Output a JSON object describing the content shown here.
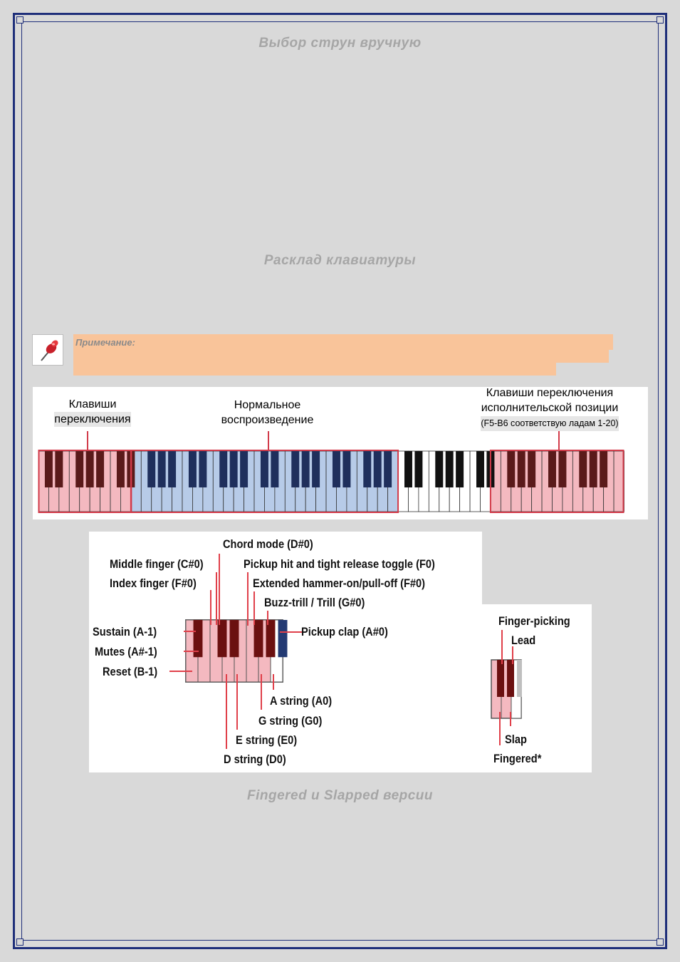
{
  "headings": {
    "manual_strings": "Выбор  струн  вручную",
    "keyboard_layout": "Расклад  клавиатуры",
    "versions": "Fingered и Slapped версии"
  },
  "note": {
    "label": "Примечание:",
    "icon": "pushpin-icon",
    "background": "#f9c49a"
  },
  "keyboard": {
    "switch_keys_label_line1": "Клавиши",
    "switch_keys_label_line2": "переключения",
    "normal_label_line1": "Нормальное",
    "normal_label_line2": "воспроизведение",
    "position_label_line1": "Клавиши переключения",
    "position_label_line2": "исполнительской позиции",
    "position_label_line3": "(F5-B6 соответствую ладам 1-20)",
    "colors": {
      "switch_zone": "#f4b9c0",
      "normal_zone": "#b7cbe8",
      "outline": "#d23b4a"
    }
  },
  "articulations": {
    "chord_mode": "Chord mode (D#0)",
    "middle_finger": "Middle finger (C#0)",
    "pickup_hit": "Pickup hit and tight release toggle (F0)",
    "index_finger": "Index finger (F#0)",
    "extended_hammer": "Extended hammer-on/pull-off (F#0)",
    "buzz_trill": "Buzz-trill / Trill (G#0)",
    "sustain": "Sustain (A-1)",
    "pickup_clap": "Pickup clap (A#0)",
    "mutes": "Mutes (A#-1)",
    "reset": "Reset (B-1)",
    "a_string": "A string (A0)",
    "g_string": "G string (G0)",
    "e_string": "E string (E0)",
    "d_string": "D string (D0)"
  },
  "styles": {
    "finger_picking": "Finger-picking",
    "lead": "Lead",
    "slap": "Slap",
    "fingered": "Fingered*"
  }
}
